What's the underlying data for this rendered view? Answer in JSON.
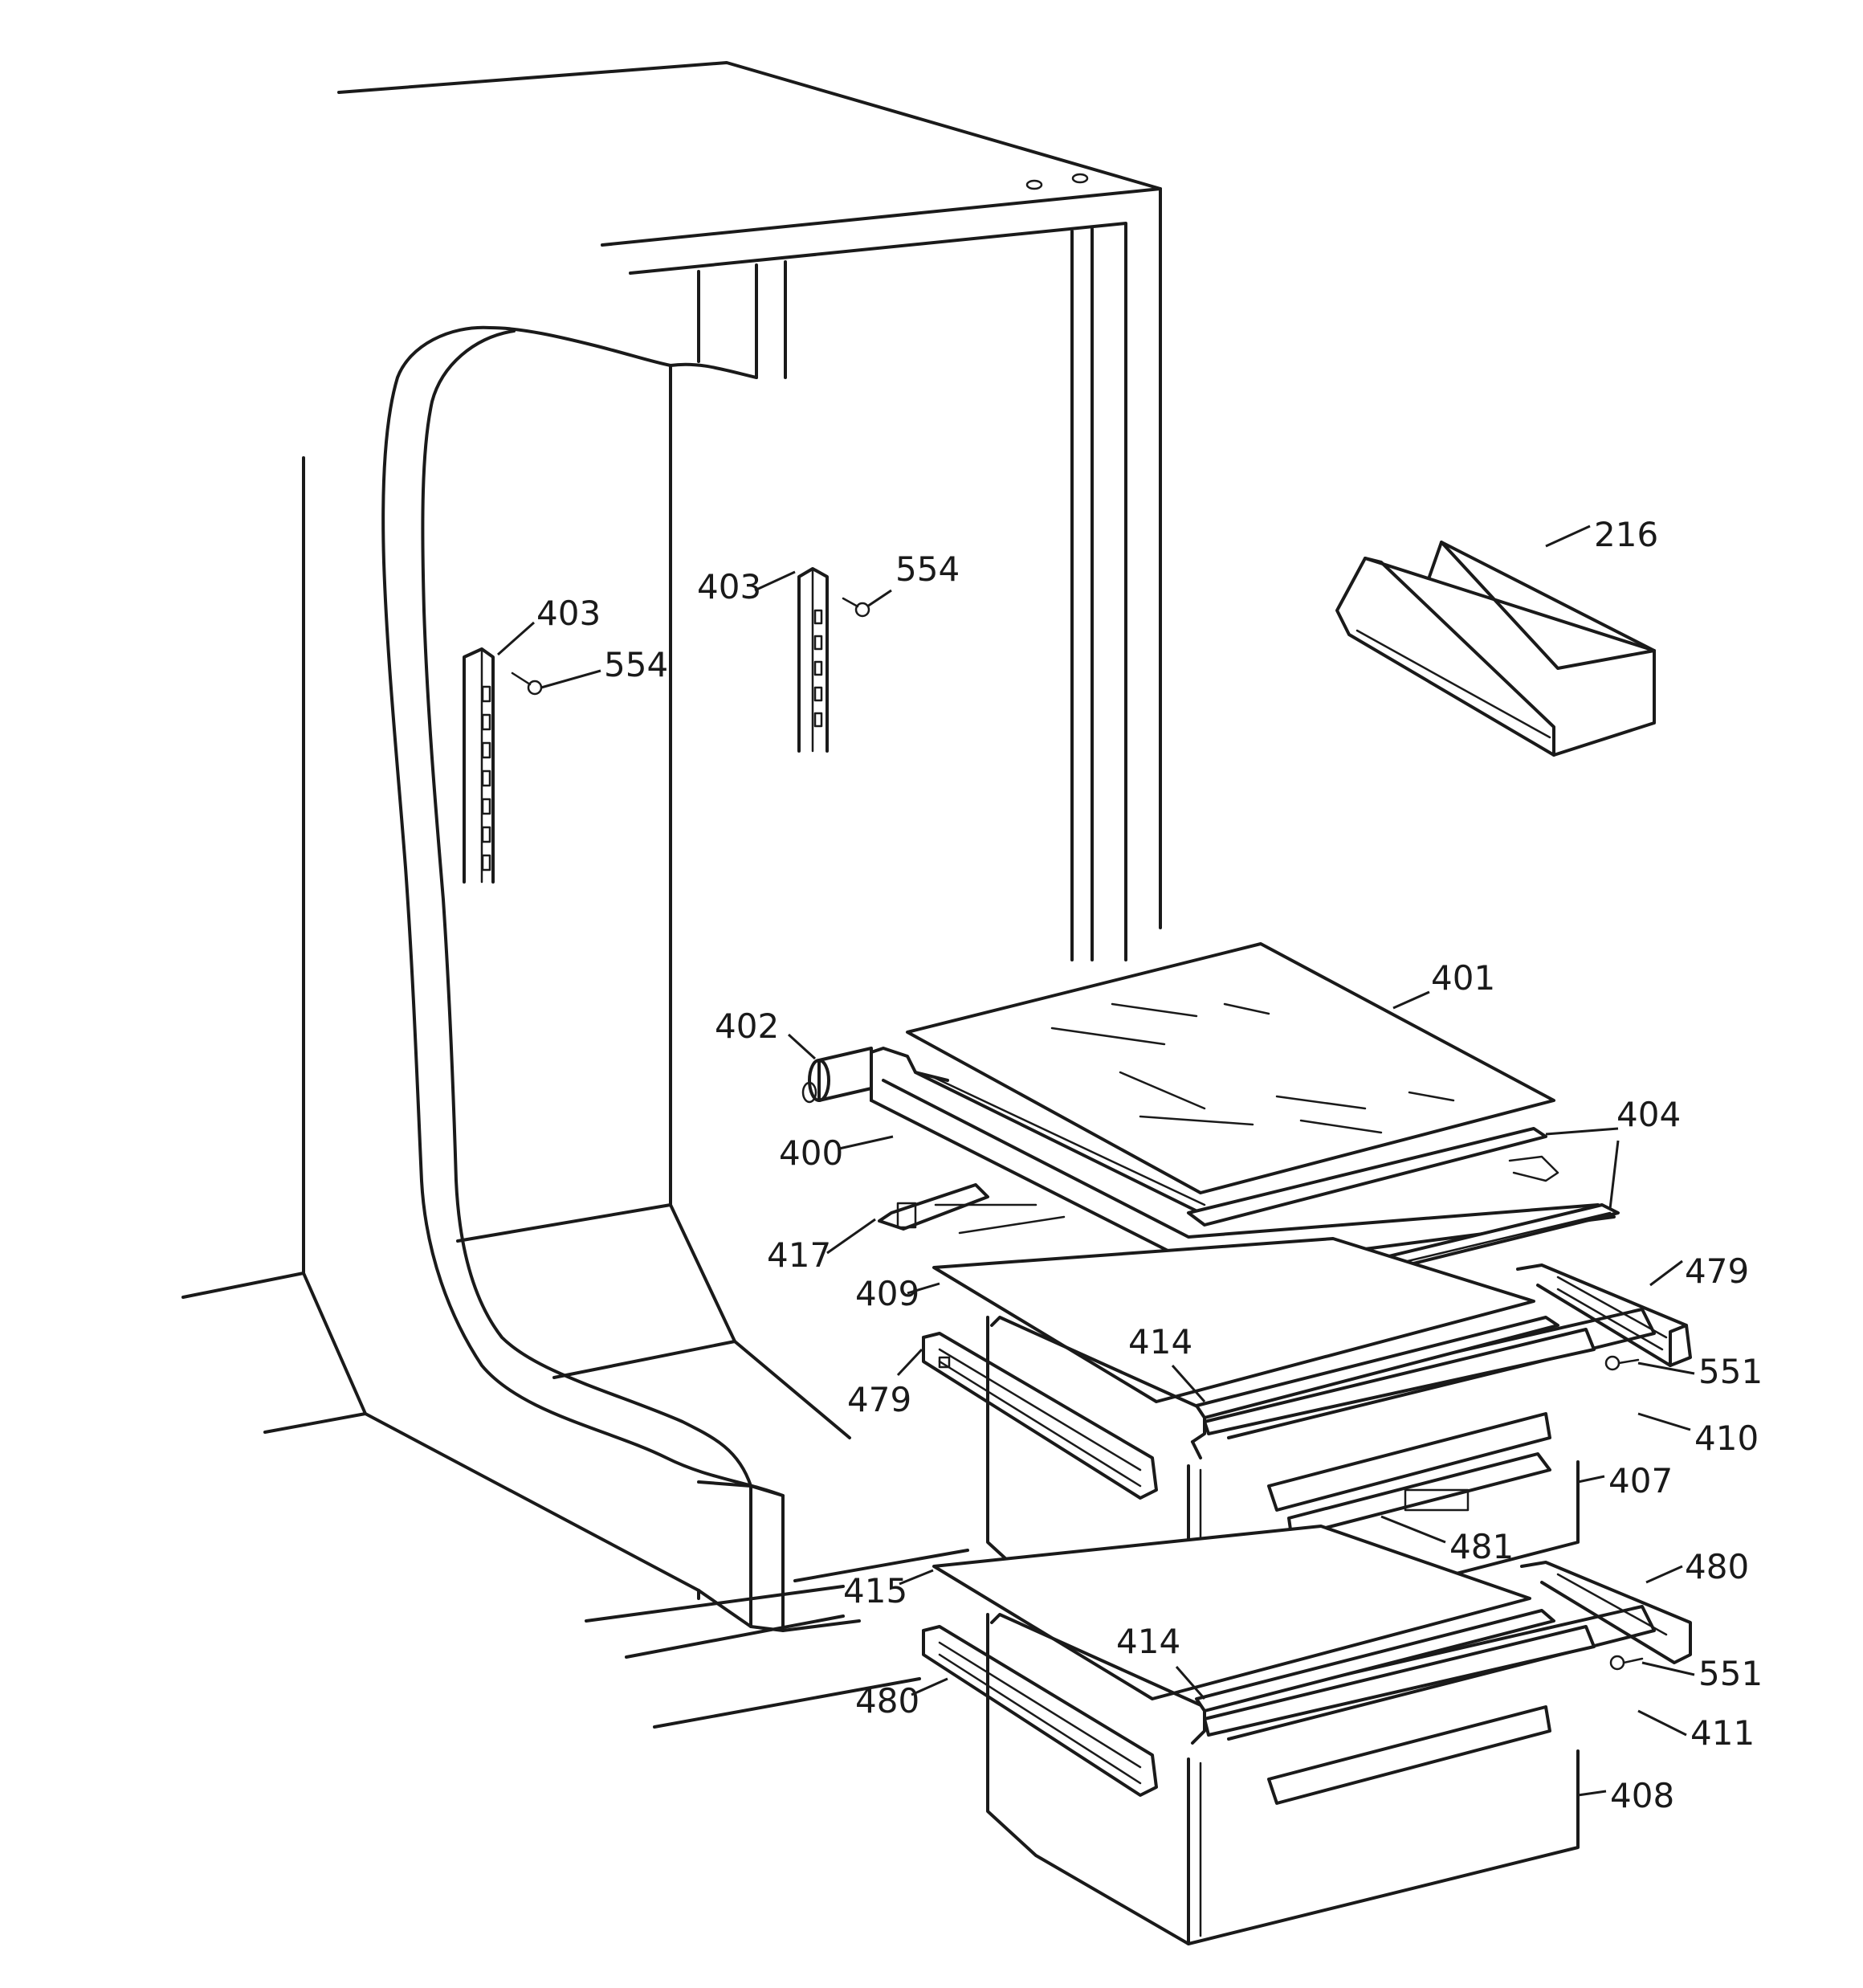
{
  "diagram": {
    "type": "exploded-parts-diagram",
    "callouts": [
      {
        "id": "216",
        "label": "216"
      },
      {
        "id": "403-left",
        "label": "403"
      },
      {
        "id": "554-left",
        "label": "554"
      },
      {
        "id": "403-right",
        "label": "403"
      },
      {
        "id": "554-right",
        "label": "554"
      },
      {
        "id": "401",
        "label": "401"
      },
      {
        "id": "402",
        "label": "402"
      },
      {
        "id": "400",
        "label": "400"
      },
      {
        "id": "404",
        "label": "404"
      },
      {
        "id": "417",
        "label": "417"
      },
      {
        "id": "409",
        "label": "409"
      },
      {
        "id": "479-right",
        "label": "479"
      },
      {
        "id": "414-upper",
        "label": "414"
      },
      {
        "id": "551-upper",
        "label": "551"
      },
      {
        "id": "479-left",
        "label": "479"
      },
      {
        "id": "410",
        "label": "410"
      },
      {
        "id": "407",
        "label": "407"
      },
      {
        "id": "481",
        "label": "481"
      },
      {
        "id": "480-right",
        "label": "480"
      },
      {
        "id": "415",
        "label": "415"
      },
      {
        "id": "414-lower",
        "label": "414"
      },
      {
        "id": "551-lower",
        "label": "551"
      },
      {
        "id": "480-left",
        "label": "480"
      },
      {
        "id": "411",
        "label": "411"
      },
      {
        "id": "408",
        "label": "408"
      }
    ]
  }
}
